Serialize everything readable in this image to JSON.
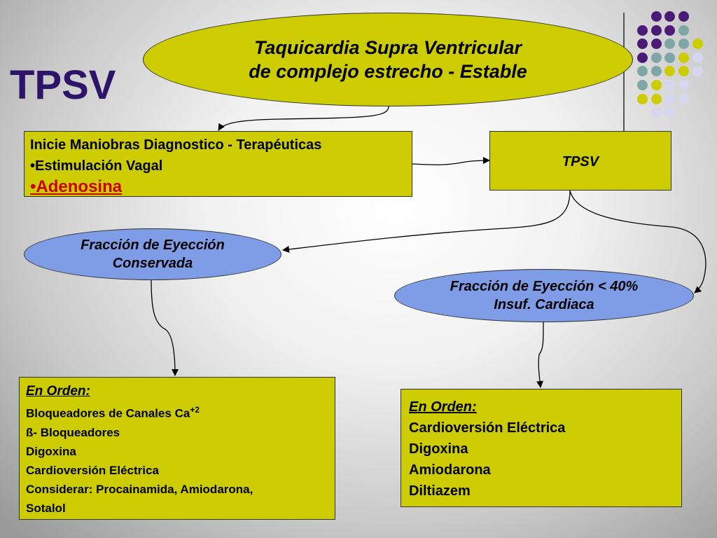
{
  "title": "TPSV",
  "colors": {
    "purple": "#4b1a74",
    "teal": "#7fa6a6",
    "yellow": "#cccc00",
    "lavender": "#d6d6ee",
    "box_fill": "#cccc00",
    "ellipse_blue": "#7f9ce6",
    "title_color": "#2e1468",
    "adenosina_red": "#cc0000"
  },
  "header_ellipse": {
    "line1": "Taquicardia Supra Ventricular",
    "line2": "de complejo estrecho - Estable"
  },
  "initial_box": {
    "line1": "Inicie Maniobras Diagnostico - Terapéuticas",
    "item1": "•Estimulación Vagal",
    "item2": "•Adenosina"
  },
  "tpsv_box": {
    "label": "TPSV"
  },
  "ellipse_conserved": {
    "line1": "Fracción de Eyección",
    "line2": "Conservada"
  },
  "ellipse_reduced": {
    "line1": "Fracción de Eyección < 40%",
    "line2": "Insuf. Cardiaca"
  },
  "box_conserved": {
    "heading": "En Orden:",
    "item1_main": "Bloqueadores de Canales Ca",
    "item1_sup": "+2",
    "item2": "ß- Bloqueadores",
    "item3": "Digoxina",
    "item4": "Cardioversión Eléctrica",
    "item5": "Considerar: Procainamida, Amiodarona,",
    "item6": "Sotalol"
  },
  "box_reduced": {
    "heading": "En Orden:",
    "item1": "Cardioversión Eléctrica",
    "item2": "Digoxina",
    "item3": "Amiodarona",
    "item4": "Diltiazem"
  }
}
